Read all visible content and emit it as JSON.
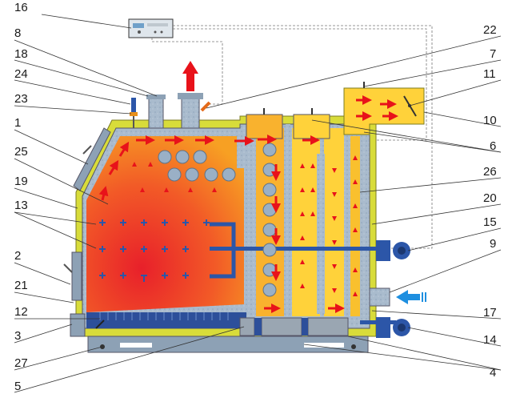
{
  "diagram": {
    "labels": [
      {
        "id": "16",
        "text": "16"
      },
      {
        "id": "8",
        "text": "8"
      },
      {
        "id": "18",
        "text": "18"
      },
      {
        "id": "24",
        "text": "24"
      },
      {
        "id": "23",
        "text": "23"
      },
      {
        "id": "1",
        "text": "1"
      },
      {
        "id": "25",
        "text": "25"
      },
      {
        "id": "19",
        "text": "19"
      },
      {
        "id": "13",
        "text": "13"
      },
      {
        "id": "2",
        "text": "2"
      },
      {
        "id": "21",
        "text": "21"
      },
      {
        "id": "12",
        "text": "12"
      },
      {
        "id": "3",
        "text": "3"
      },
      {
        "id": "27",
        "text": "27"
      },
      {
        "id": "5",
        "text": "5"
      },
      {
        "id": "22",
        "text": "22"
      },
      {
        "id": "7",
        "text": "7"
      },
      {
        "id": "11",
        "text": "11"
      },
      {
        "id": "10",
        "text": "10"
      },
      {
        "id": "6",
        "text": "6"
      },
      {
        "id": "26",
        "text": "26"
      },
      {
        "id": "20",
        "text": "20"
      },
      {
        "id": "15",
        "text": "15"
      },
      {
        "id": "9",
        "text": "9"
      },
      {
        "id": "17",
        "text": "17"
      },
      {
        "id": "14",
        "text": "14"
      },
      {
        "id": "4",
        "text": "4"
      }
    ],
    "colors": {
      "body": "#9aaec4",
      "insulation": "#d8dc3a",
      "fire_core": "#e8202a",
      "fire_outer": "#f7a023",
      "flue_gas": "#ffd23a",
      "arrow": "#e8121a",
      "water_pipe": "#2c56a8",
      "inlet_arrow": "#1e8fe0",
      "grate": "#2d4f9a"
    }
  }
}
